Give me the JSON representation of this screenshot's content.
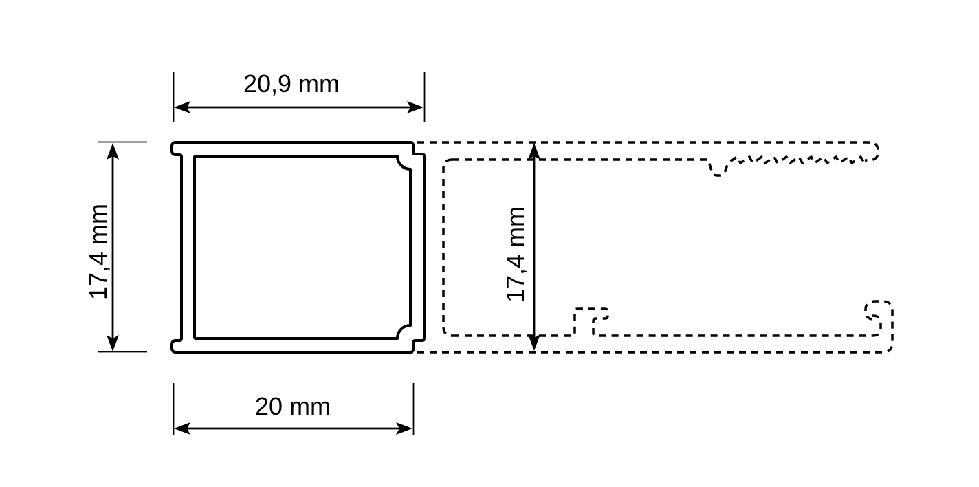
{
  "drawing": {
    "type": "profile-cross-section",
    "colors": {
      "line": "#000000",
      "background": "#ffffff"
    },
    "dimensions": {
      "top_width": "20,9 mm",
      "left_height": "17,4 mm",
      "inner_height": "17,4 mm",
      "bottom_width": "20 mm"
    }
  }
}
